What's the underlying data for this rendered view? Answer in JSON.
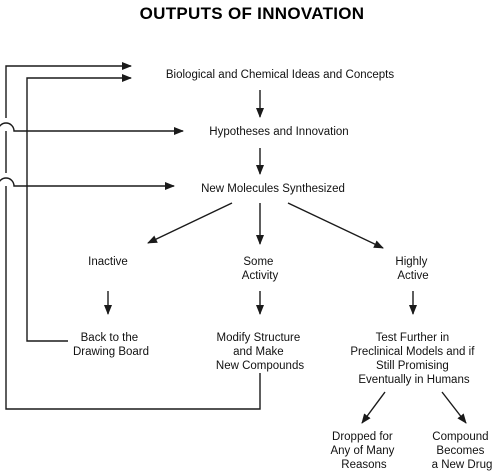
{
  "title": "OUTPUTS OF INNOVATION",
  "nodes": {
    "ideas": "Biological and Chemical Ideas and Concepts",
    "hypotheses": "Hypotheses and Innovation",
    "molecules": "New Molecules Synthesized",
    "inactive": "Inactive",
    "some_activity": [
      "Some",
      "Activity"
    ],
    "highly_active": [
      "Highly",
      "Active"
    ],
    "back": [
      "Back to the",
      "Drawing Board"
    ],
    "modify": [
      "Modify Structure",
      "and Make",
      "New Compounds"
    ],
    "test": [
      "Test Further in",
      "Preclinical Models and if",
      "Still Promising",
      "Eventually in Humans"
    ],
    "dropped": [
      "Dropped for",
      "Any of Many",
      "Reasons"
    ],
    "compound": [
      "Compound",
      "Becomes",
      "a New Drug"
    ]
  }
}
